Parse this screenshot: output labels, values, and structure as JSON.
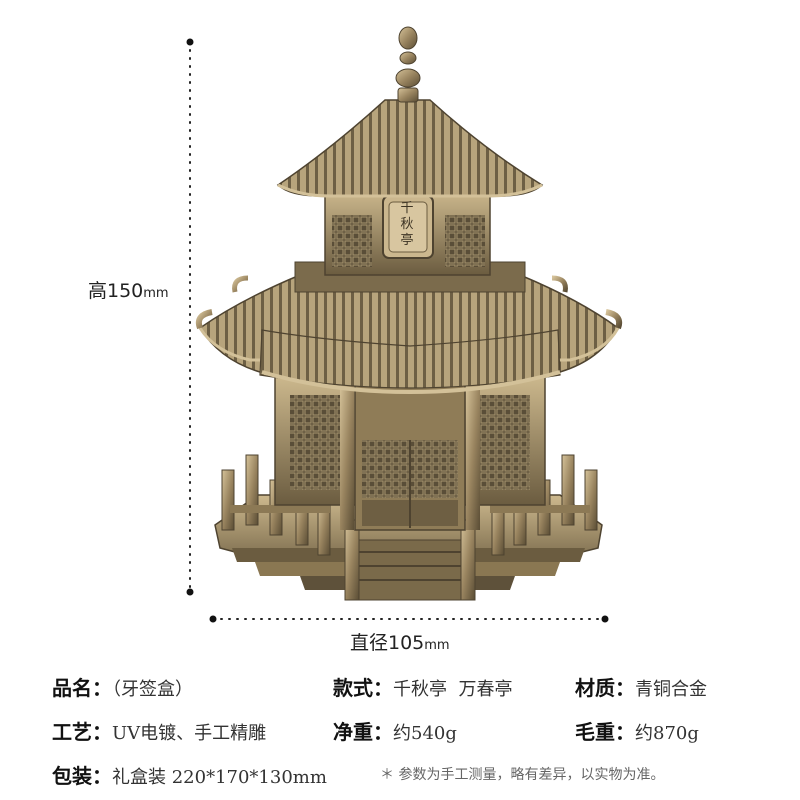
{
  "dimensions": {
    "height_label": "高150",
    "height_unit": "mm",
    "diameter_label": "直径105",
    "diameter_unit": "mm"
  },
  "product": {
    "name_label": "品名：",
    "name_value": "（牙签盒）",
    "style_label": "款式：",
    "style_value": "千秋亭  万春亭",
    "material_label": "材质：",
    "material_value": "青铜合金",
    "craft_label": "工艺：",
    "craft_value": "UV电镀、手工精雕",
    "net_weight_label": "净重：",
    "net_weight_value": "约540g",
    "gross_weight_label": "毛重：",
    "gross_weight_value": "约870g",
    "package_label": "包装：",
    "package_value": "礼盒装 220*170*130mm",
    "note": "＊ 参数为手工测量，略有差异，以实物为准。"
  },
  "plaque_text": "千秋亭",
  "colors": {
    "bronze_light": "#c9b48a",
    "bronze_mid": "#9a8560",
    "bronze_dark": "#4e4330",
    "background": "#ffffff"
  }
}
